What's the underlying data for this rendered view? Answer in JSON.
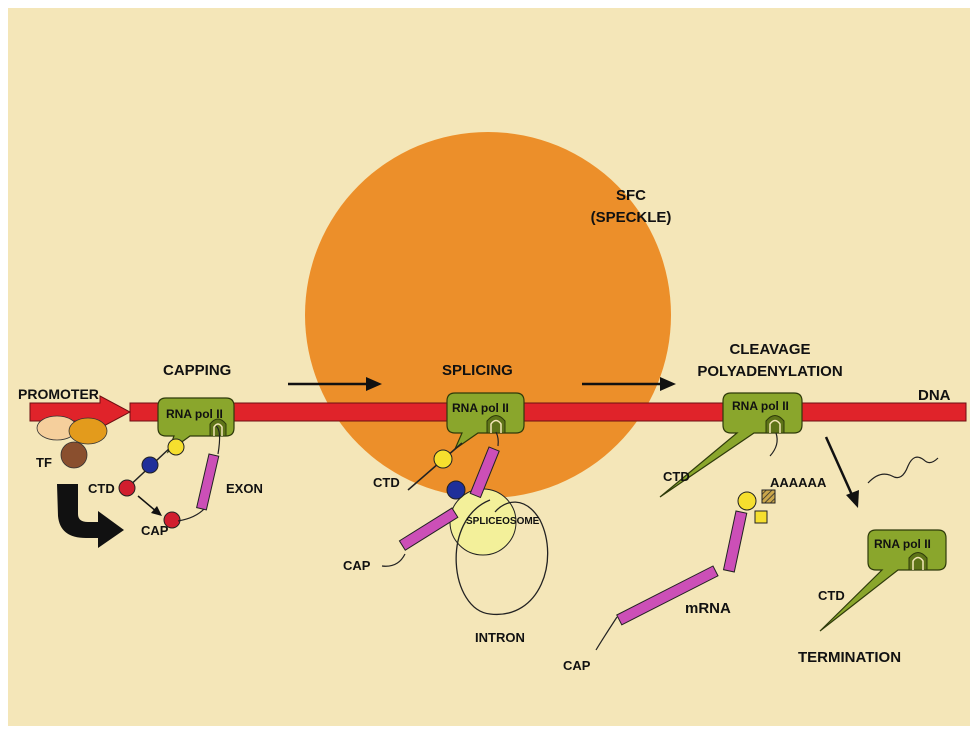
{
  "colors": {
    "background": "#f4e6b8",
    "frame": "#ffffff",
    "speckle": "#ec8f2a",
    "dna": "#e0232a",
    "polymerase": "#8aa62c",
    "polymerase_dark": "#5e7418",
    "exon": "#cc4fb7",
    "cap_red": "#d11e2e",
    "phospho_blue": "#1f2f9a",
    "phospho_yellow": "#f6df2e",
    "spliceosome": "#f3f09a",
    "tf_light": "#f5cf9c",
    "tf_orange": "#e39b1c",
    "tf_brown": "#8a4f2e",
    "arrow": "#111111"
  },
  "labels": {
    "sfc": "SFC",
    "speckle": "(SPECKLE)",
    "promoter": "PROMOTER",
    "capping": "CAPPING",
    "splicing": "SPLICING",
    "cleavage": "CLEAVAGE",
    "polyadenylation": "POLYADENYLATION",
    "dna": "DNA",
    "tf": "TF",
    "ctd": "CTD",
    "cap": "CAP",
    "exon": "EXON",
    "spliceosome": "SPLICEOSOME",
    "intron": "INTRON",
    "polya": "AAAAAA",
    "mrna": "mRNA",
    "termination": "TERMINATION",
    "rna_pol": "RNA pol  II"
  }
}
